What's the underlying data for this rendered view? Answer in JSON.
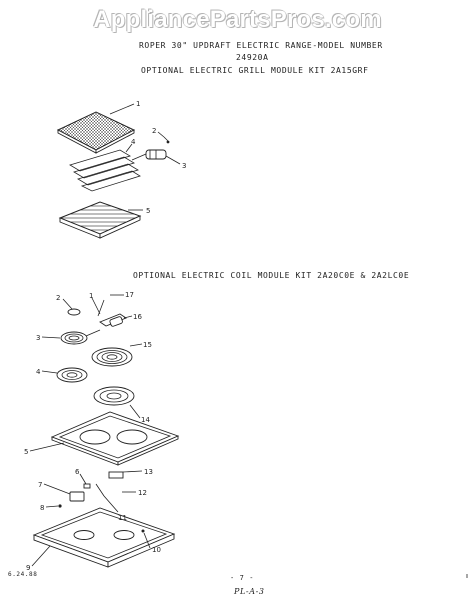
{
  "watermark": "AppliancePartsPros.com",
  "header": {
    "line1": "ROPER 30\" UPDRAFT ELECTRIC RANGE-MODEL NUMBER",
    "line2": "24920A",
    "line3": "OPTIONAL ELECTRIC GRILL MODULE KIT 2A15GRF"
  },
  "coil_section": {
    "title": "OPTIONAL ELECTRIC COIL MODULE KIT 2A20C0E & 2A2LC0E"
  },
  "grill_callouts": [
    "1",
    "2",
    "3",
    "4",
    "5"
  ],
  "coil_callouts": [
    "2",
    "1",
    "17",
    "16",
    "3",
    "15",
    "4",
    "14",
    "5",
    "6",
    "13",
    "7",
    "12",
    "8",
    "11",
    "9",
    "10"
  ],
  "footer": {
    "date": "6.24.88",
    "page": "- 7 -",
    "form": "PL-A-3"
  }
}
